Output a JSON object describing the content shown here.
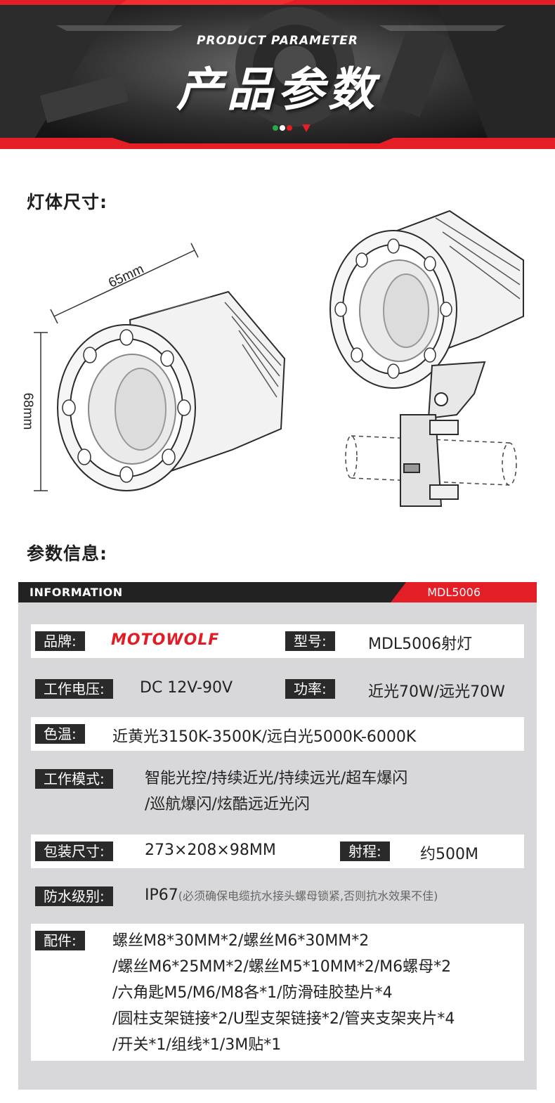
{
  "header": {
    "subtitle": "PRODUCT PARAMETER",
    "title": "产品参数"
  },
  "dimensions": {
    "section_title": "灯体尺寸:",
    "width_label": "65mm",
    "height_label": "68mm"
  },
  "params_section_title": "参数信息:",
  "info": {
    "bar_title": "INFORMATION",
    "model_tag": "MDL5006",
    "brand_label": "品牌:",
    "brand_logo": "MOTOWOLF",
    "model_label": "型号:",
    "model_value": "MDL5006射灯",
    "voltage_label": "工作电压:",
    "voltage_value": "DC 12V-90V",
    "power_label": "功率:",
    "power_value": "近光70W/远光70W",
    "color_temp_label": "色温:",
    "color_temp_value": "近黄光3150K-3500K/远白光5000K-6000K",
    "mode_label": "工作模式:",
    "mode_line1": "智能光控/持续近光/持续远光/超车爆闪",
    "mode_line2": "/巡航爆闪/炫酷远近光闪",
    "package_label": "包装尺寸:",
    "package_value": "273×208×98MM",
    "range_label": "射程:",
    "range_value": "约500M",
    "waterproof_label": "防水级别:",
    "waterproof_value": "IP67",
    "waterproof_note": "(必须确保电缆抗水接头螺母锁紧,否则抗水效果不佳)",
    "accessories_label": "配件:",
    "accessories_lines": [
      "螺丝M8*30MM*2/螺丝M6*30MM*2",
      "/螺丝M6*25MM*2/螺丝M5*10MM*2/M6螺母*2",
      "/六角匙M5/M6/M8各*1/防滑硅胶垫片*4",
      "/圆柱支架链接*2/U型支架链接*2/管夹支架夹片*4",
      "/开关*1/组线*1/3M贴*1"
    ]
  },
  "colors": {
    "accent_red": "#e31e26",
    "label_bg": "#2a2a2a",
    "panel_bg": "#d8d8da"
  }
}
